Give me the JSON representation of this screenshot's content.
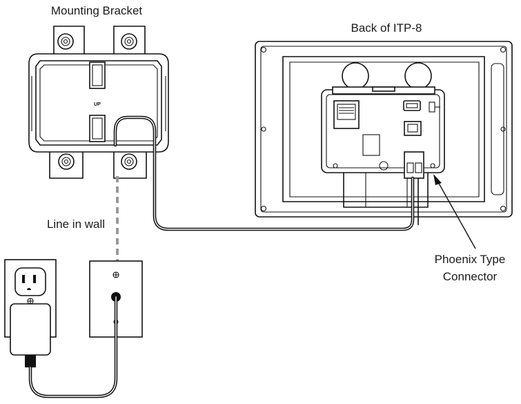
{
  "labels": {
    "mounting_bracket": "Mounting Bracket",
    "back_of_device": "Back of ITP-8",
    "line_in_wall": "Line in wall",
    "connector_line1": "Phoenix Type",
    "connector_line2": "Connector",
    "bracket_up": "UP"
  }
}
